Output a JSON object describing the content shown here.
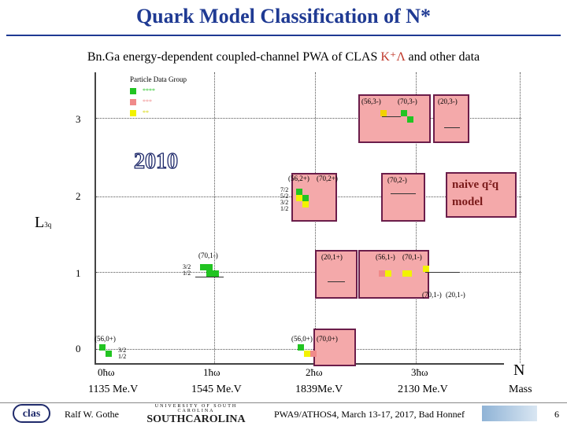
{
  "title": "Quark Model Classification of N*",
  "subtitle": {
    "prefix": "Bn.Ga energy-dependent coupled-channel PWA of CLAS ",
    "highlight": "K⁺Λ",
    "suffix": " and other data"
  },
  "legend": {
    "title": "Particle Data Group",
    "items": [
      {
        "stars": "****",
        "color": "#22c422"
      },
      {
        "stars": "***",
        "color": "#f08a8a"
      },
      {
        "stars": "**",
        "color": "#f2f200"
      }
    ]
  },
  "year": "2010",
  "y_axis": {
    "label": "L",
    "label_sub": "3q",
    "ticks": [
      "3",
      "2",
      "1",
      "0"
    ]
  },
  "x_axis": {
    "ticks": [
      "0ħω",
      "1ħω",
      "2ħω",
      "3ħω"
    ],
    "masses": [
      "1135 Me.V",
      "1545 Me.V",
      "1839Me.V",
      "2130 Me.V"
    ],
    "end_label": "N",
    "end_mass": "Mass"
  },
  "multiplets": {
    "m56_3": "(56,3-)",
    "m70_3a": "(70,3-)",
    "m20_3": "(20,3-)",
    "m56_2": "(56,2+)",
    "m70_2p": "(70,2+)",
    "m70_2m": "(70,2-)",
    "m70_1a": "(70,1-)",
    "m20_1": "(20,1+)",
    "m56_1": "(56,1-)",
    "m70_1b": "(70,1-)",
    "m70_1c": "(70,1-)",
    "m20_1b": "(20,1-)",
    "m56_0a": "(56,0+)",
    "m56_0b": "(56,0+)",
    "m70_0": "(70,0+)"
  },
  "spin_labels": {
    "l2": [
      "7/2",
      "5/2",
      "3/2",
      "1/2"
    ],
    "l1": [
      "3/2",
      "1/2"
    ],
    "l0": [
      "3/2",
      "1/2"
    ]
  },
  "naive": {
    "line1": "naive q²q",
    "line2": "model"
  },
  "footer": {
    "author": "Ralf W. Gothe",
    "left_logo": "clas",
    "sponsor": "UNIVERSITY OF SOUTH CAROLINA",
    "sponsor_big": "SOUTHCAROLINA",
    "conference": "PWA9/ATHOS4, March 13-17, 2017, Bad Honnef",
    "page": "6"
  }
}
